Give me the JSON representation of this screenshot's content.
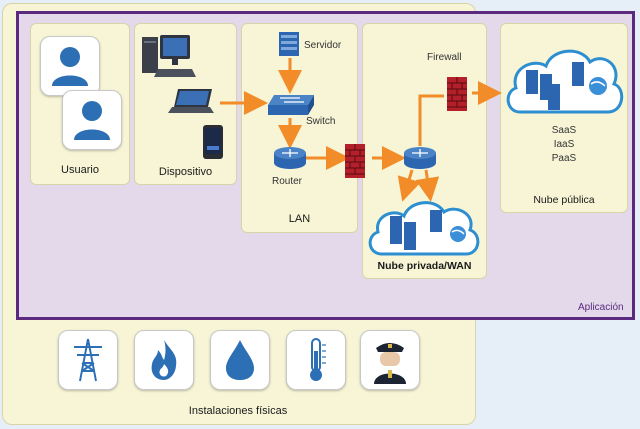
{
  "labels": {
    "usuario": "Usuario",
    "dispositivo": "Dispositivo",
    "servidor": "Servidor",
    "switch": "Switch",
    "router": "Router",
    "lan": "LAN",
    "firewall": "Firewall",
    "nube_privada": "Nube privada/WAN",
    "nube_publica": "Nube pública",
    "saas": "SaaS",
    "iaas": "IaaS",
    "paas": "PaaS",
    "aplicacion": "Aplicación",
    "instalaciones": "Instalaciones físicas"
  },
  "colors": {
    "app_border": "#5b2a7e",
    "arrow": "#f28c28",
    "tile_blue": "#2c6fb4"
  },
  "facility_icons": [
    "power-tower-icon",
    "fire-icon",
    "water-drop-icon",
    "thermometer-icon",
    "security-guard-icon"
  ]
}
